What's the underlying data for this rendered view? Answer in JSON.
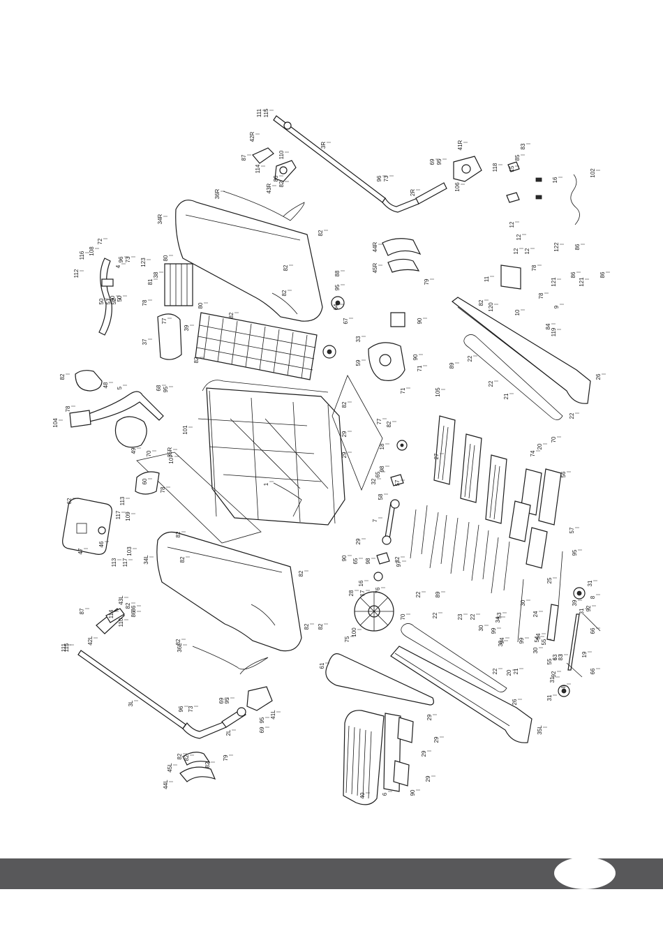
{
  "diagram": {
    "labels": [
      "111",
      "115",
      "42R",
      "87",
      "114",
      "110",
      "43R",
      "86",
      "82",
      "3R",
      "96",
      "73",
      "69",
      "95",
      "41R",
      "2R",
      "106",
      "118",
      "83",
      "85",
      "15",
      "16",
      "102",
      "36R",
      "34R",
      "82",
      "82",
      "82",
      "72",
      "116",
      "108",
      "112",
      "4",
      "96",
      "73",
      "123",
      "80",
      "38",
      "81",
      "78",
      "80",
      "50",
      "51",
      "52",
      "80",
      "50",
      "44R",
      "45R",
      "79",
      "88",
      "95",
      "64",
      "67",
      "82",
      "11",
      "78",
      "12",
      "12",
      "12",
      "12",
      "122",
      "86",
      "121",
      "86",
      "121",
      "86",
      "120",
      "10",
      "78",
      "84",
      "119",
      "9",
      "37",
      "39",
      "82",
      "82",
      "77",
      "5",
      "48",
      "82",
      "68",
      "95",
      "78",
      "104",
      "49",
      "70",
      "105",
      "101",
      "90",
      "33",
      "90",
      "71",
      "71",
      "59",
      "77",
      "82",
      "35R",
      "26",
      "22",
      "89",
      "22",
      "22",
      "21",
      "70",
      "20",
      "74",
      "27",
      "18",
      "98",
      "65",
      "32",
      "57",
      "58",
      "60",
      "78",
      "107",
      "1",
      "29",
      "29",
      "82",
      "62",
      "113",
      "117",
      "109",
      "46",
      "47",
      "103",
      "117",
      "113",
      "56",
      "57",
      "34L",
      "82",
      "82",
      "90",
      "29",
      "65",
      "98",
      "97",
      "32",
      "7",
      "16",
      "17",
      "76",
      "28",
      "100",
      "75",
      "22",
      "89",
      "70",
      "22",
      "23",
      "22",
      "30",
      "99",
      "94",
      "53",
      "34",
      "30",
      "99",
      "30",
      "55",
      "95",
      "25",
      "31",
      "8",
      "92",
      "31",
      "66",
      "24",
      "63",
      "83",
      "39",
      "54",
      "55",
      "30",
      "54",
      "19",
      "66",
      "31",
      "92",
      "8",
      "31",
      "42L",
      "43L",
      "87",
      "114",
      "110",
      "86",
      "82",
      "86",
      "111",
      "115",
      "3L",
      "96",
      "73",
      "36L",
      "61",
      "69",
      "95",
      "2L",
      "69",
      "95",
      "41L",
      "79",
      "82",
      "82",
      "45L",
      "44L",
      "82",
      "40",
      "6",
      "29",
      "29",
      "29",
      "29",
      "90",
      "82",
      "82",
      "82",
      "82",
      "26",
      "35L",
      "21",
      "20",
      "22"
    ]
  }
}
